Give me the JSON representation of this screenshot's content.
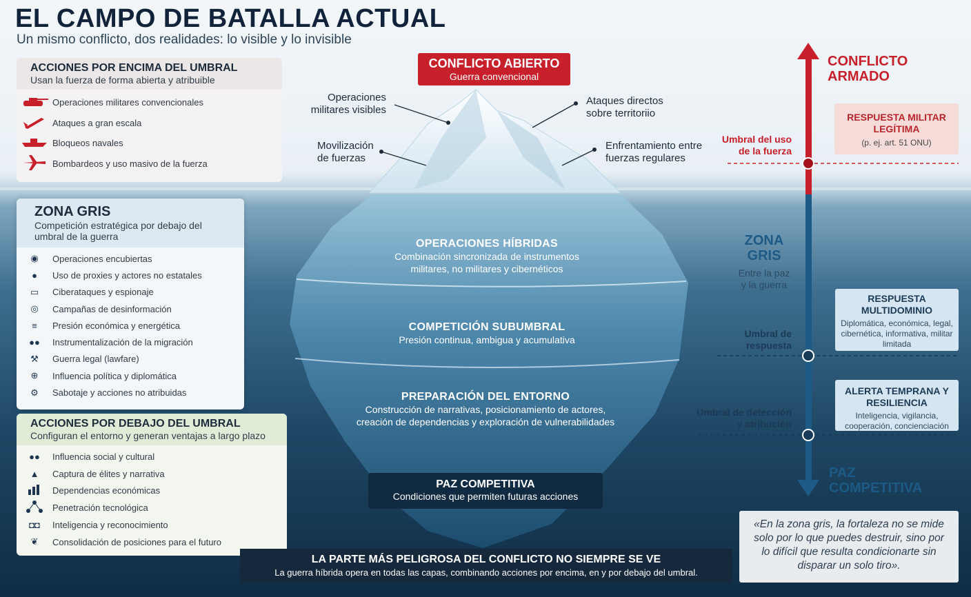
{
  "title": "EL CAMPO DE BATALLA ACTUAL",
  "subtitle": "Un mismo conflicto, dos realidades: lo visible y lo invisible",
  "above": {
    "title": "ACCIONES POR ENCIMA DEL UMBRAL",
    "subtitle": "Usan la fuerza de forma abierta y atribuible",
    "items": [
      {
        "icon": "tank-icon",
        "label": "Operaciones militares convencionales"
      },
      {
        "icon": "missile-icon",
        "label": "Ataques a gran escala"
      },
      {
        "icon": "warship-icon",
        "label": "Bloqueos navales"
      },
      {
        "icon": "fighter-jet-icon",
        "label": "Bombardeos y uso masivo de la fuerza"
      }
    ]
  },
  "gray": {
    "title": "ZONA GRIS",
    "subtitle": "Competición estratégica por debajo del umbral de la guerra",
    "items": [
      {
        "icon": "mask-icon",
        "label": "Operaciones encubiertas"
      },
      {
        "icon": "hooded-person-icon",
        "label": "Uso de proxies y actores no estatales"
      },
      {
        "icon": "laptop-icon",
        "label": "Ciberataques y espionaje"
      },
      {
        "icon": "broadcast-icon",
        "label": "Campañas de desinformación"
      },
      {
        "icon": "coins-icon",
        "label": "Presión económica y energética"
      },
      {
        "icon": "people-group-icon",
        "label": "Instrumentalización de la migración"
      },
      {
        "icon": "gavel-icon",
        "label": "Guerra legal (lawfare)"
      },
      {
        "icon": "globe-icon",
        "label": "Influencia política y diplomática"
      },
      {
        "icon": "gear-icon",
        "label": "Sabotaje y acciones no atribuidas"
      }
    ]
  },
  "below": {
    "title": "ACCIONES POR DEBAJO DEL UMBRAL",
    "subtitle": "Configuran el entorno y generan ventajas a largo plazo",
    "items": [
      {
        "icon": "people-group-icon",
        "label": "Influencia social y cultural"
      },
      {
        "icon": "graduation-cap-icon",
        "label": "Captura de élites y narrativa"
      },
      {
        "icon": "bar-chart-icon",
        "label": "Dependencias económicas"
      },
      {
        "icon": "network-icon",
        "label": "Penetración tecnológica"
      },
      {
        "icon": "binoculars-icon",
        "label": "Inteligencia y reconocimiento"
      },
      {
        "icon": "leaf-icon",
        "label": "Consolidación de posiciones para el futuro"
      }
    ]
  },
  "iceberg": {
    "top_title": "CONFLICTO ABIERTO",
    "top_sub": "Guerra convencional",
    "callouts": {
      "visible_ops": "Operaciones militares visibles",
      "mobilization": "Movilización de fuerzas",
      "direct_attacks": "Ataques directos sobre territoriio",
      "confrontation": "Enfrentamiento entre fuerzas regulares"
    },
    "layers": [
      {
        "title": "OPERACIONES HÍBRIDAS",
        "desc1": "Combinación sincronizada de instrumentos",
        "desc2": "militares, no militares y cibernéticos"
      },
      {
        "title": "COMPETICIÓN SUBUMBRAL",
        "desc1": "Presión continua, ambigua y acumulativa",
        "desc2": ""
      },
      {
        "title": "PREPARACIÓN DEL ENTORNO",
        "desc1": "Construcción de narrativas, posicionamiento de actores,",
        "desc2": "creación de dependencias y exploración de vulnerabilidades"
      }
    ],
    "base_title": "PAZ COMPETITIVA",
    "base_sub": "Condiciones que permiten futuras acciones"
  },
  "footer": {
    "title": "LA PARTE MÁS PELIGROSA DEL CONFLICTO NO SIEMPRE SE VE",
    "sub": "La guerra híbrida opera en todas las capas, combinando acciones por encima, en y por debajo del umbral."
  },
  "scale": {
    "top": "CONFLICTO ARMADO",
    "bottom": "PAZ COMPETITIVA",
    "gray_title": "ZONA GRIS",
    "gray_sub": "Entre la paz y la guerra",
    "thresholds": [
      "Umbral del uso de la fuerza",
      "Umbral de respuesta",
      "Umbral de detección y atribución"
    ],
    "boxes": [
      {
        "title": "RESPUESTA MILITAR LEGÍTIMA",
        "desc": "(p. ej. art. 51 ONU)"
      },
      {
        "title": "RESPUESTA MULTIDOMINIO",
        "desc": "Diplomática, económica, legal, cibernética, informativa, militar limitada"
      },
      {
        "title": "ALERTA TEMPRANA Y RESILIENCIA",
        "desc": "Inteligencia, vigilancia, cooperación, concienciación"
      }
    ]
  },
  "quote": "«En la zona gris, la fortaleza no se mide solo por lo que puedes destruir, sino por lo difícil que resulta condicionarte sin disparar un solo tiro».",
  "colors": {
    "red": "#c8202a",
    "navy": "#16283b",
    "blue": "#1d5a85"
  }
}
